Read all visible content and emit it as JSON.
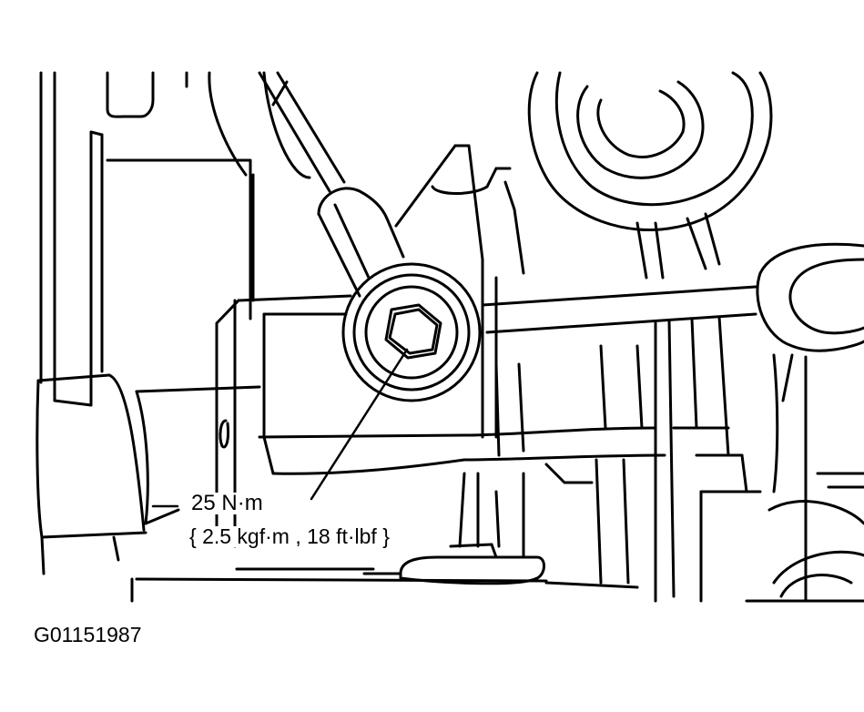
{
  "callout": {
    "torque_primary": "25 N·m",
    "torque_secondary": "{ 2.5 kgf·m , 18 ft·lbf }"
  },
  "figure": {
    "id": "G01151987"
  },
  "colors": {
    "ink": "#000000",
    "paper": "#ffffff"
  }
}
